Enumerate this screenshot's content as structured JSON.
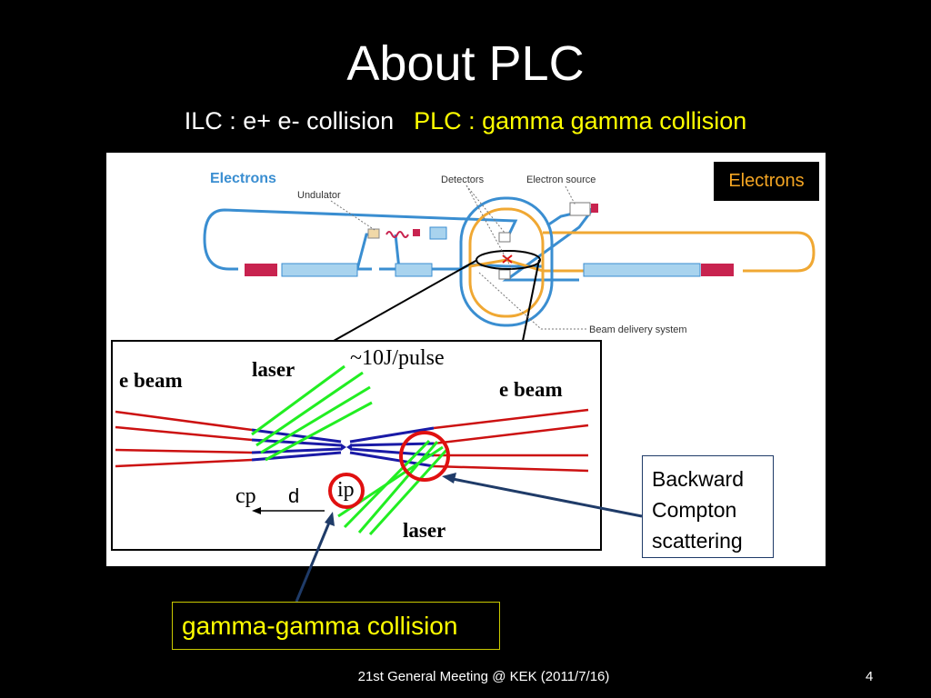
{
  "slide": {
    "title": "About PLC",
    "subtitle_ilc": "ILC : e+ e- collision",
    "subtitle_plc": "PLC : gamma gamma collision",
    "footer": "21st General Meeting @ KEK (2011/7/16)",
    "page_number": "4"
  },
  "figure": {
    "electrons_label": "Electrons",
    "electrons_box": "Electrons",
    "undulator": "Undulator",
    "detectors": "Detectors",
    "electron_source": "Electron source",
    "beam_delivery": "Beam delivery system",
    "inset": {
      "e_beam_left": "e beam",
      "e_beam_right": "e beam",
      "laser_top": "laser",
      "laser_bottom": "laser",
      "pulse": "~10J/pulse",
      "cp": "cp",
      "d": "d",
      "ip": "ip"
    }
  },
  "callouts": {
    "backward_compton": [
      "Backward",
      "Compton",
      "scattering"
    ],
    "gamma_gamma": "gamma-gamma collision"
  },
  "colors": {
    "electron_blue": "#3a8ed1",
    "positron_orange": "#f0a833",
    "laser_green": "#22ee22",
    "beam_red": "#cc1111",
    "beam_blue": "#1a1aa6",
    "highlight_red": "#e01010",
    "callout_arrow": "#1f3b68"
  }
}
